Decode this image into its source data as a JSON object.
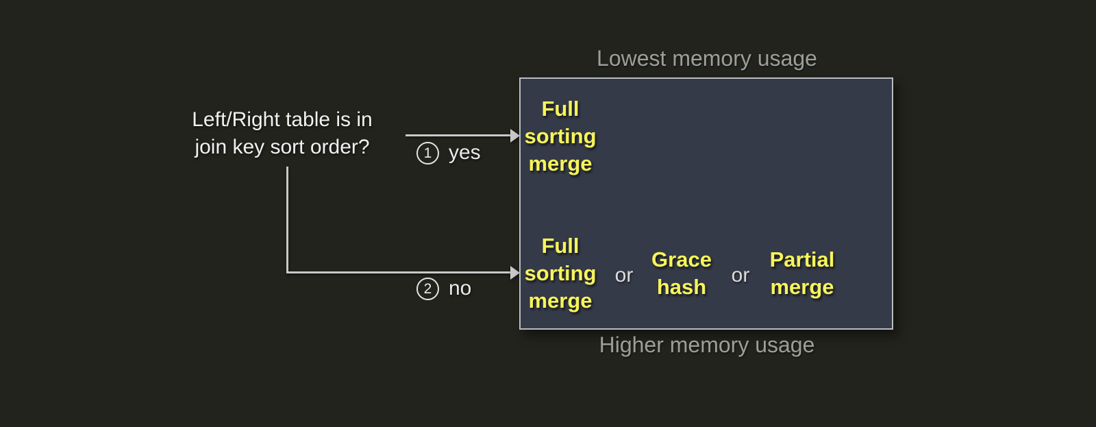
{
  "question": {
    "line1": "Left/Right table is in",
    "line2": "join key sort order?"
  },
  "branch_yes": {
    "number": "1",
    "label": "yes"
  },
  "branch_no": {
    "number": "2",
    "label": "no"
  },
  "memory_scale": {
    "top": "Lowest memory usage",
    "bottom": "Higher memory usage"
  },
  "algorithms": {
    "sorted_row": {
      "item1": "Full\nsorting\nmerge"
    },
    "unsorted_row": {
      "item1": "Full\nsorting\nmerge",
      "or1": "or",
      "item2": "Grace\nhash",
      "or2": "or",
      "item3": "Partial\nmerge"
    }
  },
  "colors": {
    "background": "#22231d",
    "box_fill": "#343a47",
    "box_border": "#b9bdc3",
    "algorithm_text": "#f7f45a",
    "question_text": "#f1f1f1",
    "memory_label_text": "#9c9e9a",
    "connector_line": "#c9c9c9"
  }
}
